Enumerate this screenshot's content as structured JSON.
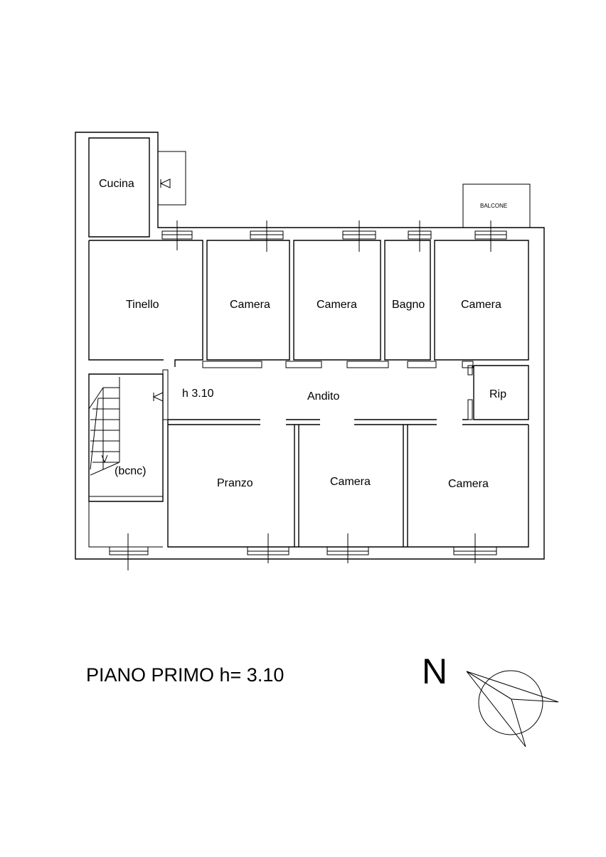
{
  "rooms": {
    "cucina": "Cucina",
    "tinello": "Tinello",
    "camera_1": "Camera",
    "camera_2": "Camera",
    "bagno": "Bagno",
    "camera_3": "Camera",
    "andito": "Andito",
    "rip": "Rip",
    "bcnc": "(bcnc)",
    "pranzo": "Pranzo",
    "camera_4": "Camera",
    "camera_5": "Camera"
  },
  "balcone_label": "BALCONE",
  "height_note": "h 3.10",
  "floor_title": "PIANO PRIMO h= 3.10",
  "north_label": "N"
}
